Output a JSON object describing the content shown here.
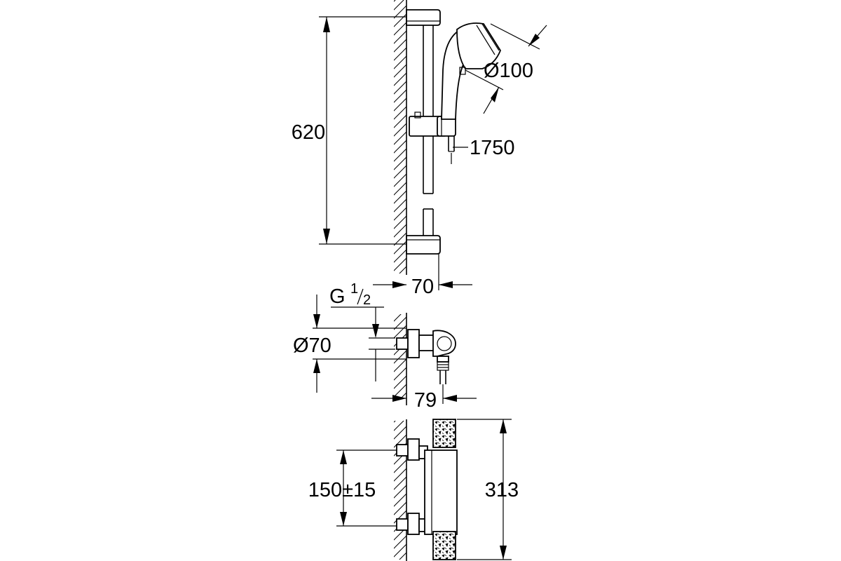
{
  "colors": {
    "line": "#000000",
    "background": "#ffffff"
  },
  "dimensions": {
    "bar_height": "620",
    "head_diameter": "Ø100",
    "hose_length": "1750",
    "bar_offset": "70",
    "thread_label": "G",
    "thread_num": "1",
    "thread_den": "2",
    "rosette_diameter": "Ø70",
    "holder_offset": "79",
    "inlet_spacing": "150±15",
    "mixer_height": "313"
  }
}
